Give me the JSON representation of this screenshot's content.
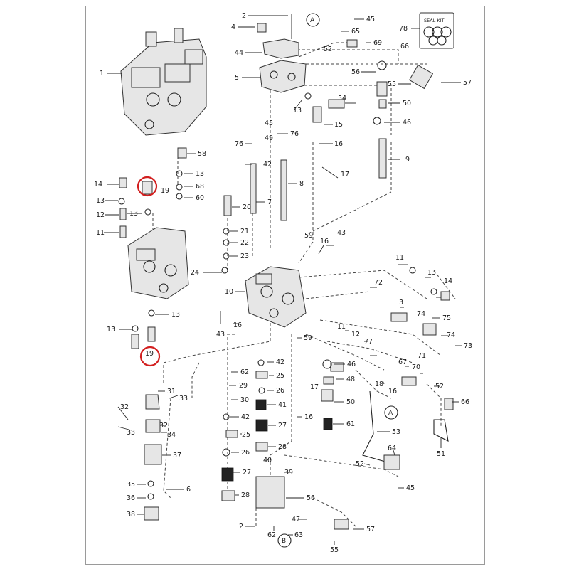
{
  "diagram": {
    "seal_kit_label": "SEAL KIT",
    "callout_a": "A",
    "callout_b": "B",
    "part_labels": {
      "p1": "1",
      "p2": "2",
      "p4": "4",
      "p45a": "45",
      "p65": "65",
      "p78": "78",
      "p44": "44",
      "p52a": "52",
      "p69": "69",
      "p66a": "66",
      "p56a": "56",
      "p55a": "55",
      "p57a": "57",
      "p5": "5",
      "p13a": "13",
      "p54": "54",
      "p50a": "50",
      "p45b": "45",
      "p15": "15",
      "p46a": "46",
      "p49": "49",
      "p76a": "76",
      "p76b": "76",
      "p16a": "16",
      "p42a": "42",
      "p9": "9",
      "p58": "58",
      "p13b": "13",
      "p68": "68",
      "p60": "60",
      "p14a": "14",
      "p19a": "19",
      "p13c": "13",
      "p13d": "13",
      "p12a": "12",
      "p11a": "11",
      "p8": "8",
      "p17a": "17",
      "p20": "20",
      "p7": "7",
      "p21": "21",
      "p22": "22",
      "p23": "23",
      "p59a": "59",
      "p43a": "43",
      "p16b": "16",
      "p24": "24",
      "p10": "10",
      "p11b": "11",
      "p13e": "13",
      "p14b": "14",
      "p75": "75",
      "p72": "72",
      "p3": "3",
      "p74a": "74",
      "p74b": "74",
      "p73": "73",
      "p13f": "13",
      "p13g": "13",
      "p19b": "19",
      "p43b": "43",
      "p16c": "16",
      "p59b": "59",
      "p11c": "11",
      "p12b": "12",
      "p77": "77",
      "p71": "71",
      "p42b": "42",
      "p46b": "46",
      "p62": "62",
      "p25a": "25",
      "p48": "48",
      "p67": "67",
      "p70": "70",
      "p29": "29",
      "p17b": "17",
      "p26a": "26",
      "p18": "18",
      "p16d": "16",
      "p52b": "52",
      "p66b": "66",
      "p31": "31",
      "p33a": "33",
      "p30": "30",
      "p41": "41",
      "p50b": "50",
      "p32a": "32",
      "p32b": "32",
      "p33b": "33",
      "p34": "34",
      "p42c": "42",
      "p27a": "27",
      "p16e": "16",
      "p61": "61",
      "p25b": "25",
      "p53": "53",
      "p51": "51",
      "p37": "37",
      "p26b": "26",
      "p28a": "28",
      "p64": "64",
      "p40": "40",
      "p52c": "52",
      "p27b": "27",
      "p39": "39",
      "p35": "35",
      "p36": "36",
      "p6": "6",
      "p38": "38",
      "p28b": "28",
      "p45c": "45",
      "p56b": "56",
      "p47": "47",
      "p2b": "2",
      "p62b": "62",
      "p63": "63",
      "p57b": "57",
      "p55b": "55"
    }
  }
}
